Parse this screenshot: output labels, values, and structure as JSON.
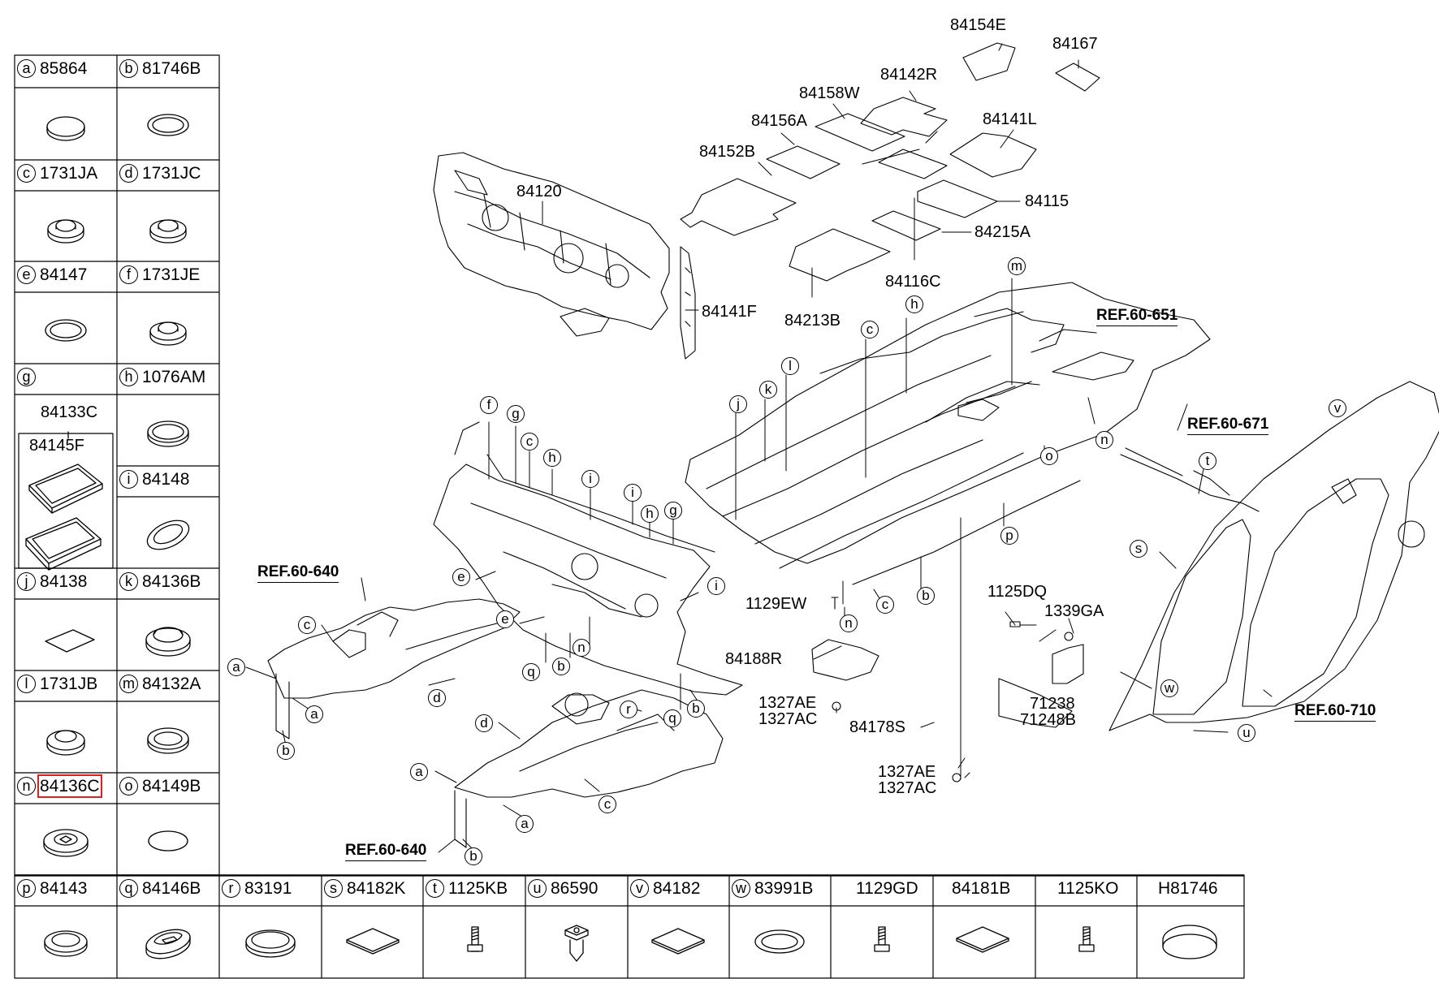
{
  "table": {
    "cells": [
      {
        "letter": "a",
        "part": "85864"
      },
      {
        "letter": "b",
        "part": "81746B"
      },
      {
        "letter": "c",
        "part": "1731JA"
      },
      {
        "letter": "d",
        "part": "1731JC"
      },
      {
        "letter": "e",
        "part": "84147"
      },
      {
        "letter": "f",
        "part": "1731JE"
      },
      {
        "letter": "g",
        "part": ""
      },
      {
        "letter": "h",
        "part": "1076AM"
      },
      {
        "letter": "i",
        "part": "84148"
      },
      {
        "letter": "j",
        "part": "84138"
      },
      {
        "letter": "k",
        "part": "84136B"
      },
      {
        "letter": "l",
        "part": "1731JB"
      },
      {
        "letter": "m",
        "part": "84132A"
      },
      {
        "letter": "n",
        "part": "84136C"
      },
      {
        "letter": "o",
        "part": "84149B"
      }
    ],
    "g_parts": [
      "84133C",
      "84145F"
    ],
    "bottom_row": [
      {
        "letter": "p",
        "part": "84143"
      },
      {
        "letter": "q",
        "part": "84146B"
      },
      {
        "letter": "r",
        "part": "83191"
      },
      {
        "letter": "s",
        "part": "84182K"
      },
      {
        "letter": "t",
        "part": "1125KB"
      },
      {
        "letter": "u",
        "part": "86590"
      },
      {
        "letter": "v",
        "part": "84182"
      },
      {
        "letter": "w",
        "part": "83991B"
      },
      {
        "letter": "",
        "part": "1129GD"
      },
      {
        "letter": "",
        "part": "84181B"
      },
      {
        "letter": "",
        "part": "1125KO"
      },
      {
        "letter": "",
        "part": "H81746"
      }
    ],
    "highlighted": "84136C"
  },
  "part_labels": {
    "p84154E": "84154E",
    "p84167": "84167",
    "p84142R": "84142R",
    "p84158W": "84158W",
    "p84141L": "84141L",
    "p84156A": "84156A",
    "p84152B": "84152B",
    "p84120": "84120",
    "p84115": "84115",
    "p84215A": "84215A",
    "p84116C": "84116C",
    "p84141F": "84141F",
    "p84213B": "84213B",
    "p1129EW": "1129EW",
    "p1125DQ": "1125DQ",
    "p1339GA": "1339GA",
    "p84188R": "84188R",
    "p1327AE_a": "1327AE",
    "p1327AC_a": "1327AC",
    "p84178S": "84178S",
    "p71238": "71238",
    "p71248B": "71248B",
    "p1327AE_b": "1327AE",
    "p1327AC_b": "1327AC"
  },
  "references": {
    "ref651": "REF.60-651",
    "ref671": "REF.60-671",
    "ref640a": "REF.60-640",
    "ref640b": "REF.60-640",
    "ref710": "REF.60-710"
  },
  "callouts": [
    {
      "id": "m1",
      "letter": "m"
    },
    {
      "id": "h1",
      "letter": "h"
    },
    {
      "id": "c1",
      "letter": "c"
    },
    {
      "id": "l1",
      "letter": "l"
    },
    {
      "id": "k1",
      "letter": "k"
    },
    {
      "id": "j1",
      "letter": "j"
    },
    {
      "id": "n1",
      "letter": "n"
    },
    {
      "id": "o1",
      "letter": "o"
    },
    {
      "id": "p1",
      "letter": "p"
    },
    {
      "id": "c2",
      "letter": "c"
    },
    {
      "id": "b1",
      "letter": "b"
    },
    {
      "id": "n2",
      "letter": "n"
    },
    {
      "id": "v1",
      "letter": "v"
    },
    {
      "id": "t1",
      "letter": "t"
    },
    {
      "id": "s1",
      "letter": "s"
    },
    {
      "id": "w1",
      "letter": "w"
    },
    {
      "id": "u1",
      "letter": "u"
    },
    {
      "id": "f1",
      "letter": "f"
    },
    {
      "id": "g1",
      "letter": "g"
    },
    {
      "id": "c3",
      "letter": "c"
    },
    {
      "id": "h2",
      "letter": "h"
    },
    {
      "id": "i1",
      "letter": "i"
    },
    {
      "id": "i2",
      "letter": "i"
    },
    {
      "id": "h3",
      "letter": "h"
    },
    {
      "id": "g2",
      "letter": "g"
    },
    {
      "id": "e1",
      "letter": "e"
    },
    {
      "id": "i3",
      "letter": "i"
    },
    {
      "id": "e2",
      "letter": "e"
    },
    {
      "id": "q1",
      "letter": "q"
    },
    {
      "id": "b2",
      "letter": "b"
    },
    {
      "id": "n3",
      "letter": "n"
    },
    {
      "id": "q2",
      "letter": "q"
    },
    {
      "id": "b3",
      "letter": "b"
    },
    {
      "id": "r1",
      "letter": "r"
    },
    {
      "id": "d1",
      "letter": "d"
    },
    {
      "id": "c4",
      "letter": "c"
    },
    {
      "id": "a1",
      "letter": "a"
    },
    {
      "id": "a2",
      "letter": "a"
    },
    {
      "id": "b4",
      "letter": "b"
    },
    {
      "id": "c5",
      "letter": "c"
    },
    {
      "id": "a3",
      "letter": "a"
    },
    {
      "id": "a4",
      "letter": "a"
    },
    {
      "id": "d2",
      "letter": "d"
    },
    {
      "id": "b5",
      "letter": "b"
    }
  ]
}
